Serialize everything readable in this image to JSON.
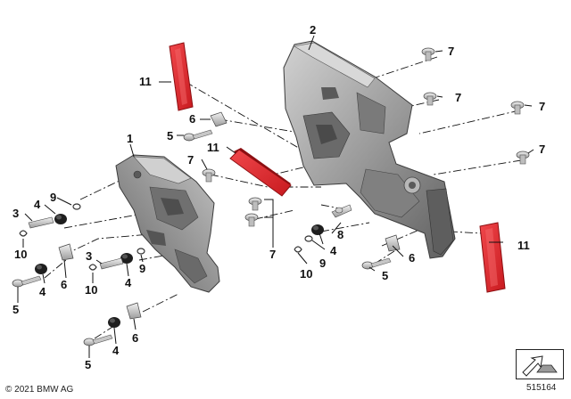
{
  "diagram": {
    "callouts": {
      "c1": "1",
      "c2": "2",
      "c3a": "3",
      "c3b": "3",
      "c4a": "4",
      "c4b": "4",
      "c4c": "4",
      "c4d": "4",
      "c4e": "4",
      "c5a": "5",
      "c5b": "5",
      "c5c": "5",
      "c5d": "5",
      "c6a": "6",
      "c6b": "6",
      "c6c": "6",
      "c6d": "6",
      "c7a": "7",
      "c7b": "7",
      "c7c": "7",
      "c7d": "7",
      "c7e": "7",
      "c7f": "7",
      "c8": "8",
      "c9a": "9",
      "c9b": "9",
      "c9c": "9",
      "c10a": "10",
      "c10b": "10",
      "c10c": "10",
      "c11a": "11",
      "c11b": "11",
      "c11c": "11"
    },
    "colors": {
      "housing": "#9a9a9a",
      "housing_dark": "#6e6e6e",
      "housing_light": "#c9c9c9",
      "reflector": "#e0262b",
      "reflector_edge": "#8d0f12",
      "hardware_dark": "#1e1e1e",
      "hardware_light": "#d6d6d6"
    }
  },
  "footer": {
    "copyright": "© 2021 BMW AG",
    "diagram_id": "515164"
  }
}
